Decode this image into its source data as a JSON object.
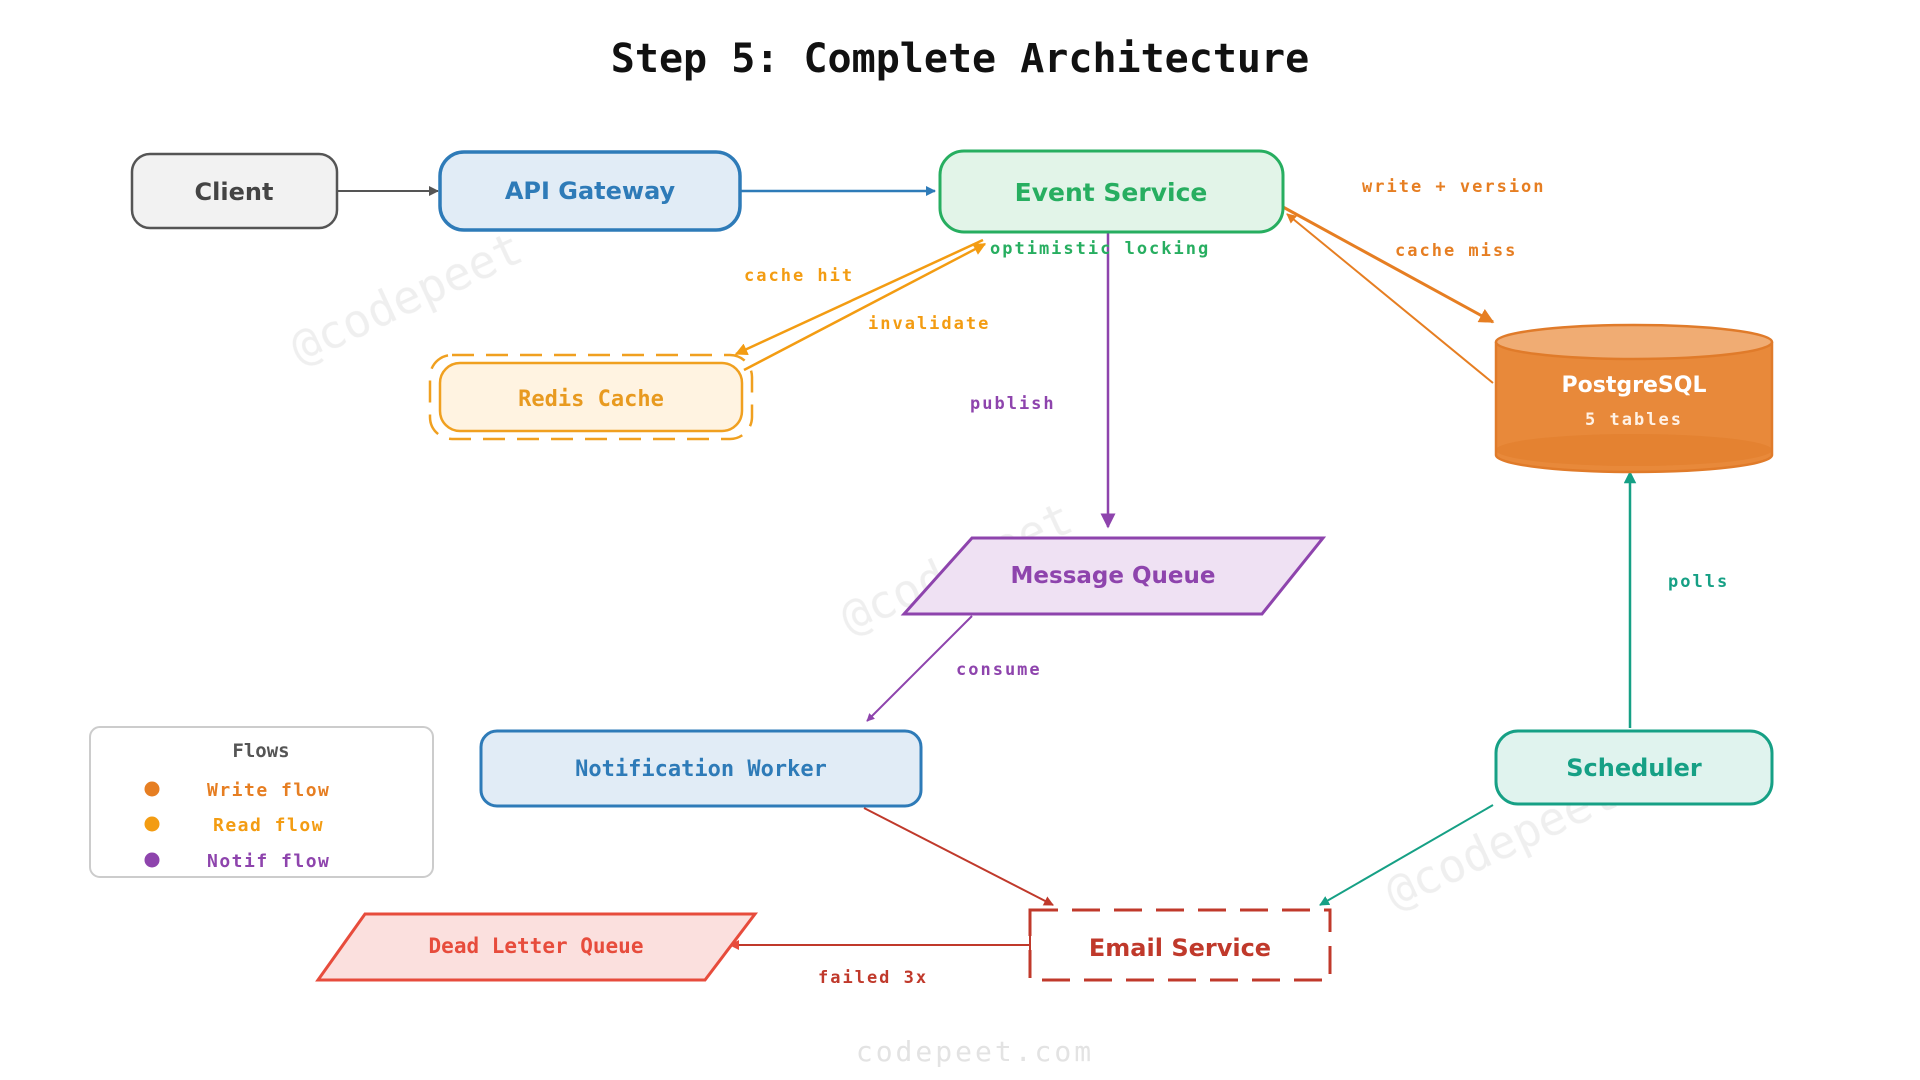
{
  "title": "Step 5: Complete Architecture",
  "watermark": "@codepeet",
  "footer": "codepeet.com",
  "nodes": {
    "client": "Client",
    "api_gateway": "API Gateway",
    "event_service": "Event Service",
    "redis_cache": "Redis Cache",
    "postgres": {
      "name": "PostgreSQL",
      "sub": "5 tables"
    },
    "message_queue": "Message Queue",
    "notification_worker": "Notification Worker",
    "scheduler": "Scheduler",
    "email_service": "Email Service",
    "dead_letter_queue": "Dead Letter Queue"
  },
  "edges": {
    "write_version": "write + version",
    "optimistic_locking": "optimistic locking",
    "cache_miss": "cache miss",
    "cache_hit": "cache hit",
    "invalidate": "invalidate",
    "publish": "publish",
    "consume": "consume",
    "polls": "polls",
    "failed": "failed 3x"
  },
  "legend": {
    "title": "Flows",
    "items": [
      {
        "label": "Write flow",
        "color": "#e67e22"
      },
      {
        "label": "Read flow",
        "color": "#f39c12"
      },
      {
        "label": "Notif flow",
        "color": "#8e44ad"
      }
    ]
  },
  "colors": {
    "client": "#555555",
    "gateway": "#2e7bb8",
    "event": "#27ae60",
    "redis": "#f0a020",
    "postgres": "#e67e22",
    "queue": "#8e44ad",
    "worker": "#2e7bb8",
    "scheduler": "#16a085",
    "email": "#c0392b",
    "dlq": "#e74c3c"
  }
}
